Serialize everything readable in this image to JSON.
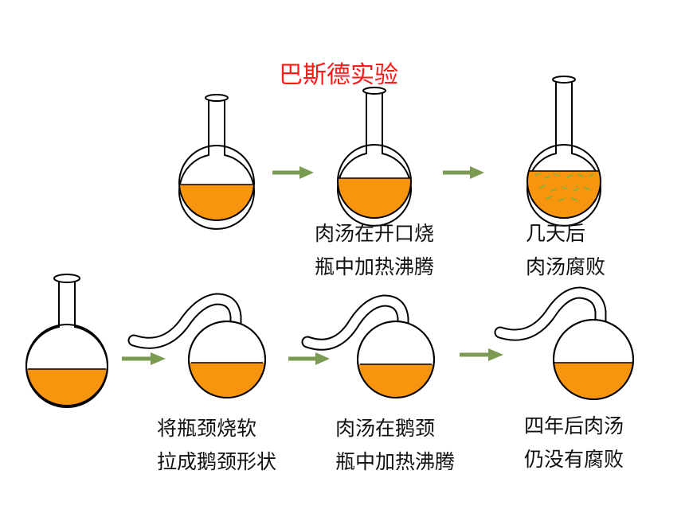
{
  "title": "巴斯德实验",
  "colors": {
    "broth": "#F7950E",
    "arrow": "#7B9A52",
    "title": "#FF1A1A",
    "microbe": "#7CB342"
  },
  "labels": {
    "top_middle_line1": "肉汤在开口烧",
    "top_middle_line2": "瓶中加热沸腾",
    "top_right_line1": "几天后",
    "top_right_line2": "肉汤腐败",
    "bottom_second_line1": "将瓶颈烧软",
    "bottom_second_line2": "拉成鹅颈形状",
    "bottom_third_line1": "肉汤在鹅颈",
    "bottom_third_line2": "瓶中加热沸腾",
    "bottom_fourth_line1": "四年后肉汤",
    "bottom_fourth_line2": "仍没有腐败"
  },
  "icons": {
    "flask": "round-bottom-flask-icon",
    "swan_neck_flask": "swan-neck-flask-icon",
    "arrow": "arrow-right-icon"
  }
}
